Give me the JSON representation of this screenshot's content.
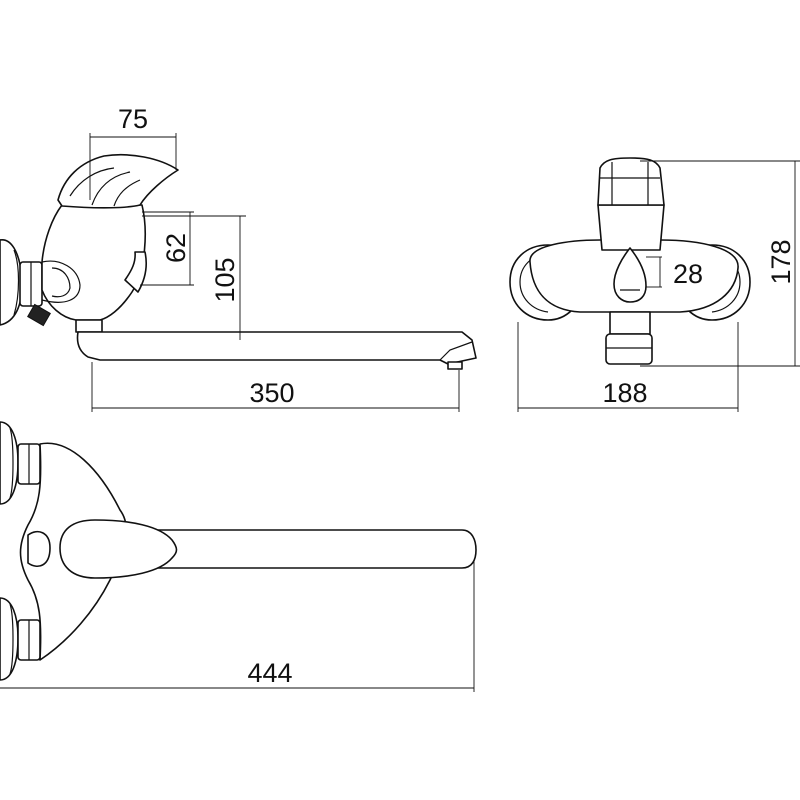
{
  "dimensions": {
    "side_handle_width": "75",
    "side_body_height": "62",
    "side_spout_height": "105",
    "side_spout_reach": "350",
    "front_handle_width": "28",
    "front_height": "178",
    "front_width": "188",
    "top_overall_length": "444"
  }
}
